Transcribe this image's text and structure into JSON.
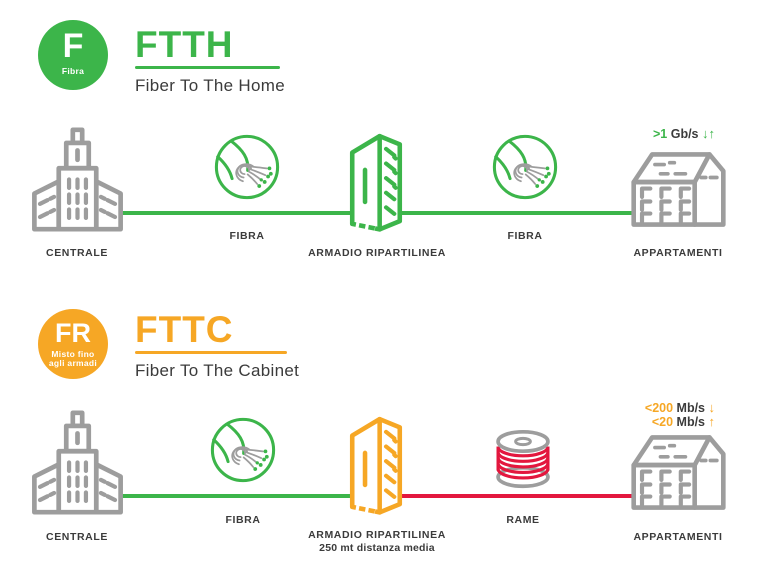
{
  "colors": {
    "green": "#3CB54A",
    "orange": "#F6A725",
    "red": "#E3173E",
    "icon_gray": "#9D9D9D",
    "text_dark": "#3B3B3B"
  },
  "icons": {
    "central_office": "building-icon",
    "fiber": "fiber-cable-icon",
    "cabinet": "street-cabinet-icon",
    "copper": "copper-coil-icon",
    "apartments": "apartment-building-icon"
  },
  "ftth": {
    "badge_letter": "F",
    "badge_caption": "Fibra",
    "acronym": "FTTH",
    "full_name": "Fiber To The Home",
    "speed_value": ">1",
    "speed_unit": "Gb/s",
    "speed_arrows": "↓↑",
    "labels": {
      "central_office": "CENTRALE",
      "fiber1": "FIBRA",
      "cabinet": "ARMADIO RIPARTILINEA",
      "fiber2": "FIBRA",
      "apartments": "APPARTAMENTI"
    }
  },
  "fttc": {
    "badge_letter": "FR",
    "badge_caption_line1": "Misto fino",
    "badge_caption_line2": "agli armadi",
    "acronym": "FTTC",
    "full_name": "Fiber To The Cabinet",
    "speed_down_value": "<200",
    "speed_down_unit": "Mb/s",
    "speed_down_arrow": "↓",
    "speed_up_value": "<20",
    "speed_up_unit": "Mb/s",
    "speed_up_arrow": "↑",
    "labels": {
      "central_office": "CENTRALE",
      "fiber": "FIBRA",
      "cabinet": "ARMADIO RIPARTILINEA",
      "cabinet_note": "250 mt distanza media",
      "copper": "RAME",
      "apartments": "APPARTAMENTI"
    }
  }
}
